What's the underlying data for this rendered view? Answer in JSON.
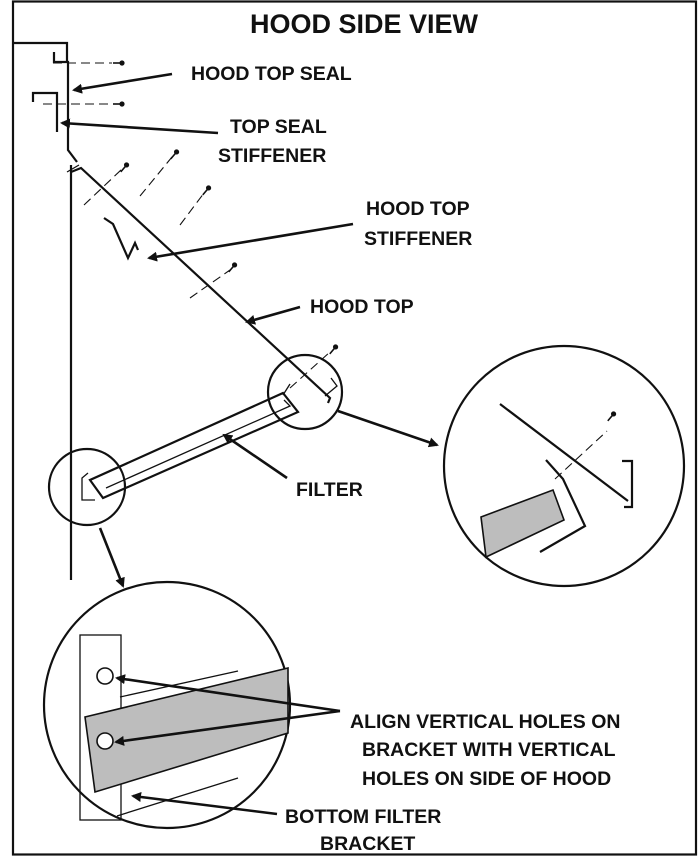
{
  "title": "HOOD SIDE VIEW",
  "callouts": {
    "hood_top_seal": "HOOD TOP SEAL",
    "top_seal_stiffener_1": "TOP SEAL",
    "top_seal_stiffener_2": "STIFFENER",
    "hood_top_stiffener_1": "HOOD TOP",
    "hood_top_stiffener_2": "STIFFENER",
    "hood_top": "HOOD TOP",
    "filter": "FILTER",
    "align_1": "ALIGN VERTICAL HOLES ON",
    "align_2": "BRACKET WITH VERTICAL",
    "align_3": "HOLES ON SIDE OF HOOD",
    "bottom_bracket_1": "BOTTOM FILTER",
    "bottom_bracket_2": "BRACKET"
  }
}
